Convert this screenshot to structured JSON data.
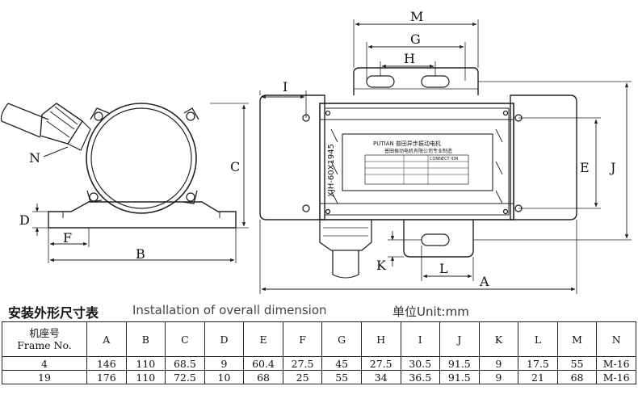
{
  "drawing": {
    "labels": {
      "M": "M",
      "G": "G",
      "H": "H",
      "I": "I",
      "N": "N",
      "C": "C",
      "D": "D",
      "F": "F",
      "B": "B",
      "E": "E",
      "J": "J",
      "K": "K",
      "L": "L",
      "A": "A"
    },
    "plate": {
      "model": "XJH-60X1945",
      "title": "PUTIAN 普田异步振动电机",
      "maker": "普田振动电机有限公司专业制造",
      "connect": "CONNECT ION"
    }
  },
  "header": {
    "title_cn": "安装外形尺寸表",
    "title_en": "Installation of overall dimension",
    "unit": "单位Unit:mm"
  },
  "table": {
    "first_header_line1": "机座号",
    "first_header_line2": "Frame No.",
    "columns": [
      "A",
      "B",
      "C",
      "D",
      "E",
      "F",
      "G",
      "H",
      "I",
      "J",
      "K",
      "L",
      "M",
      "N"
    ],
    "rows": [
      [
        "4",
        "146",
        "110",
        "68.5",
        "9",
        "60.4",
        "27.5",
        "45",
        "27.5",
        "30.5",
        "91.5",
        "9",
        "17.5",
        "55",
        "M-16"
      ],
      [
        "19",
        "176",
        "110",
        "72.5",
        "10",
        "68",
        "25",
        "55",
        "34",
        "36.5",
        "91.5",
        "9",
        "21",
        "68",
        "M-16"
      ]
    ]
  }
}
